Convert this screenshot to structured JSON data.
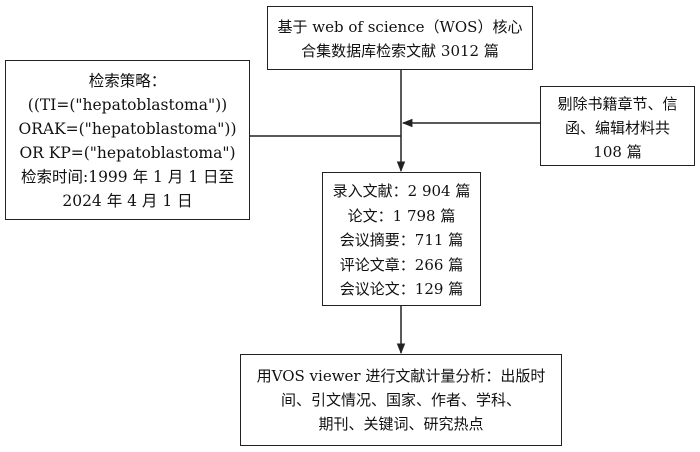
{
  "source": {
    "lines": [
      "基于 web of science（WOS）核心",
      "合集数据库检索文献 3012 篇"
    ]
  },
  "strategy": {
    "lines": [
      "检索策略：",
      "((TI=(\"hepatoblastoma\"))",
      "ORAK=(\"hepatoblastoma\"))",
      "OR KP=(\"hepatoblastoma\")",
      "检索时间:1999 年 1 月 1 日至",
      "2024 年 4  月 1 日"
    ]
  },
  "excluded": {
    "lines": [
      "剔除书籍章节、信",
      "函、编辑材料共",
      "108 篇"
    ]
  },
  "included": {
    "lines": [
      "录入文献：2 904 篇",
      "论文：1 798 篇",
      "会议摘要：711 篇",
      "评论文章：266 篇",
      "会议论文：129 篇"
    ]
  },
  "analysis": {
    "lines": [
      "用VOS viewer 进行文献计量分析：出版时",
      "间、引文情况、国家、作者、学科、",
      "期刊、关键词、研究热点"
    ]
  },
  "colors": {
    "line": "#222222",
    "background": "#ffffff"
  }
}
